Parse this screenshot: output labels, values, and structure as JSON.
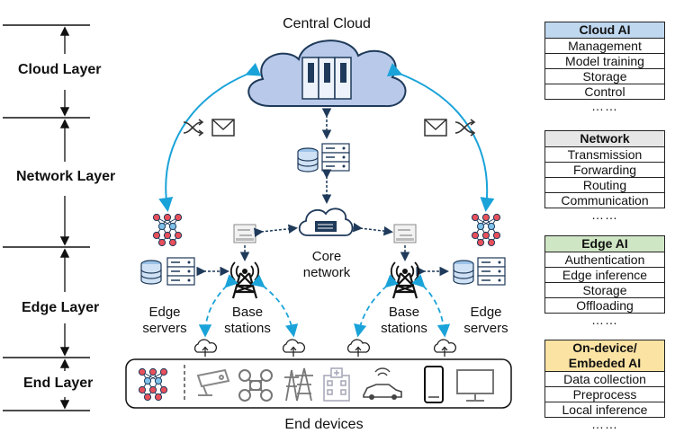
{
  "layers": {
    "cloud": "Cloud Layer",
    "network": "Network Layer",
    "edge": "Edge Layer",
    "end": "End Layer"
  },
  "diagram": {
    "central_cloud": "Central Cloud",
    "core_network_line1": "Core",
    "core_network_line2": "network",
    "edge_servers_left_1": "Edge",
    "edge_servers_left_2": "servers",
    "base_stations_left_1": "Base",
    "base_stations_left_2": "stations",
    "base_stations_right_1": "Base",
    "base_stations_right_2": "stations",
    "edge_servers_right_1": "Edge",
    "edge_servers_right_2": "servers",
    "end_devices": "End devices"
  },
  "panels": {
    "cloud_ai": {
      "title": "Cloud AI",
      "items": [
        "Management",
        "Model training",
        "Storage",
        "Control"
      ],
      "more": "……",
      "color": "#bfd7ef"
    },
    "network": {
      "title": "Network",
      "items": [
        "Transmission",
        "Forwarding",
        "Routing",
        "Communication"
      ],
      "more": "……",
      "color": "#e6e6e6"
    },
    "edge_ai": {
      "title": "Edge AI",
      "items": [
        "Authentication",
        "Edge inference",
        "Storage",
        "Offloading"
      ],
      "more": "……",
      "color": "#cfe6c4"
    },
    "on_device_ai": {
      "title_line1": "On-device/",
      "title_line2": "Embeded AI",
      "items": [
        "Data collection",
        "Preprocess",
        "Local inference"
      ],
      "more": "……",
      "color": "#fbe3a3"
    }
  },
  "colors": {
    "accent_blue": "#1aa3d9",
    "dark_line": "#1f3a5a",
    "cloud_fill": "#b8c9ea",
    "node_red": "#e8505b"
  },
  "icons": [
    "server-rack-icon",
    "database-icon",
    "neural-network-icon",
    "antenna-tower-icon",
    "switch-icon",
    "envelope-icon",
    "shuffle-icon",
    "cctv-icon",
    "drone-icon",
    "power-tower-icon",
    "hospital-icon",
    "car-icon",
    "phone-icon",
    "monitor-icon",
    "upload-cloud-icon"
  ]
}
